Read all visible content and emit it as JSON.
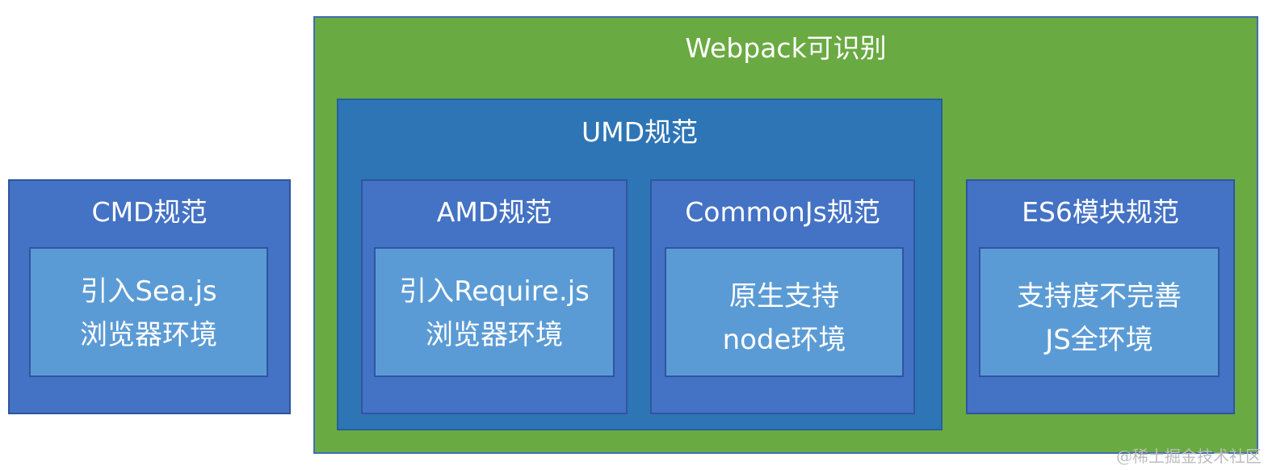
{
  "webpack": {
    "title": "Webpack可识别"
  },
  "umd": {
    "title": "UMD规范"
  },
  "cmd": {
    "title": "CMD规范",
    "lines": [
      "引入Sea.js",
      "浏览器环境"
    ]
  },
  "amd": {
    "title": "AMD规范",
    "lines": [
      "引入Require.js",
      "浏览器环境"
    ]
  },
  "commonjs": {
    "title": "CommonJs规范",
    "lines": [
      "原生支持",
      "node环境"
    ]
  },
  "es6": {
    "title": "ES6模块规范",
    "lines": [
      "支持度不完善",
      "JS全环境"
    ]
  },
  "watermark": "@稀土掘金技术社区",
  "colors": {
    "webpack_green": "#6aaa42",
    "umd_blue": "#2e75b6",
    "spec_blue": "#4472c4",
    "light_blue": "#5b9bd5"
  }
}
